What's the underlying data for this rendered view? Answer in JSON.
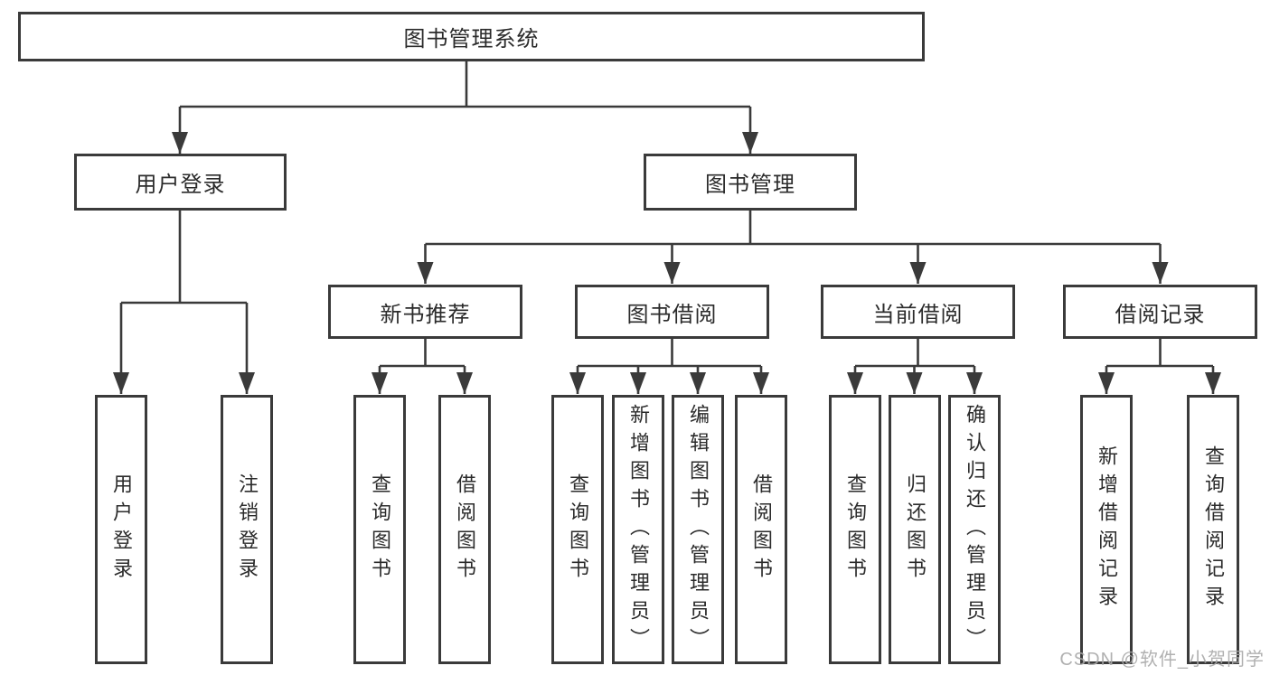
{
  "diagram": {
    "type": "tree-diagram",
    "colors": {
      "line": "#3a3a3a",
      "box_border": "#3a3a3a",
      "text": "#2b2b2b",
      "background": "#ffffff",
      "watermark": "#a8a8a8"
    },
    "tree": {
      "root": "图书管理系统",
      "login": {
        "label": "用户登录",
        "children": [
          "用户登录",
          "注销登录"
        ]
      },
      "management": {
        "label": "图书管理",
        "sections": [
          {
            "label": "新书推荐",
            "children": [
              "查询图书",
              "借阅图书"
            ]
          },
          {
            "label": "图书借阅",
            "children": [
              "查询图书",
              "新增图书（管理员）",
              "编辑图书（管理员）",
              "借阅图书"
            ]
          },
          {
            "label": "当前借阅",
            "children": [
              "查询图书",
              "归还图书",
              "确认归还（管理员）"
            ]
          },
          {
            "label": "借阅记录",
            "children": [
              "新增借阅记录",
              "查询借阅记录"
            ]
          }
        ]
      }
    },
    "watermark": "CSDN @软件_小贺同学"
  }
}
